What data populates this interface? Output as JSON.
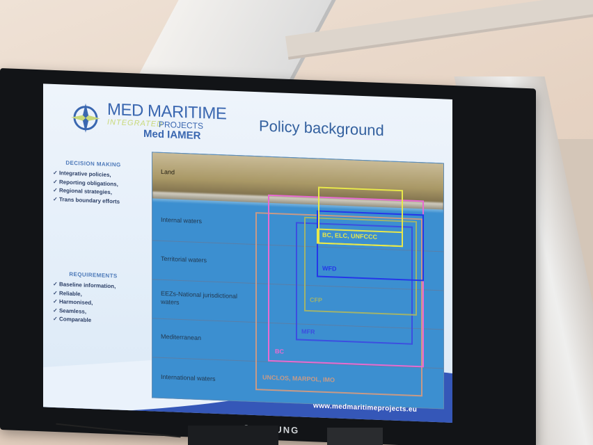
{
  "slide": {
    "logo": {
      "title": "MED MARITIME",
      "sub_integrated": "INTEGRATED",
      "sub_projects": "PROJECTS",
      "sub_name": "Med IAMER"
    },
    "title": "Policy background",
    "website": "www.medmaritimeprojects.eu",
    "decision_making": {
      "heading": "DECISION MAKING",
      "items": [
        "Integrative policies,",
        "Reporting obligations,",
        "Regional strategies,",
        "Trans boundary efforts"
      ]
    },
    "requirements": {
      "heading": "REQUIREMENTS",
      "items": [
        "Baseline information,",
        "Reliable,",
        "Harmonised,",
        "Seamless,",
        "Comparable"
      ]
    },
    "diagram": {
      "land_label": "Land",
      "zones": [
        {
          "label": "Internal waters"
        },
        {
          "label": "Territorial waters"
        },
        {
          "label": "EEZs-National jurisdictional waters"
        },
        {
          "label": "Mediterranean"
        },
        {
          "label": "International waters"
        }
      ],
      "frameworks": [
        {
          "label": "BC, ELC, UNFCCC",
          "color": "#e8e84a"
        },
        {
          "label": "WFD",
          "color": "#2536e8"
        },
        {
          "label": "CFP",
          "color": "#a1b36c"
        },
        {
          "label": "MFR",
          "color": "#3c4ee0"
        },
        {
          "label": "BC",
          "color": "#e86bd2"
        },
        {
          "label": "UNCLOS, MARPOL, IMO",
          "color": "#c89a86"
        }
      ]
    }
  },
  "monitor": {
    "brand": "SAMSUNG"
  }
}
